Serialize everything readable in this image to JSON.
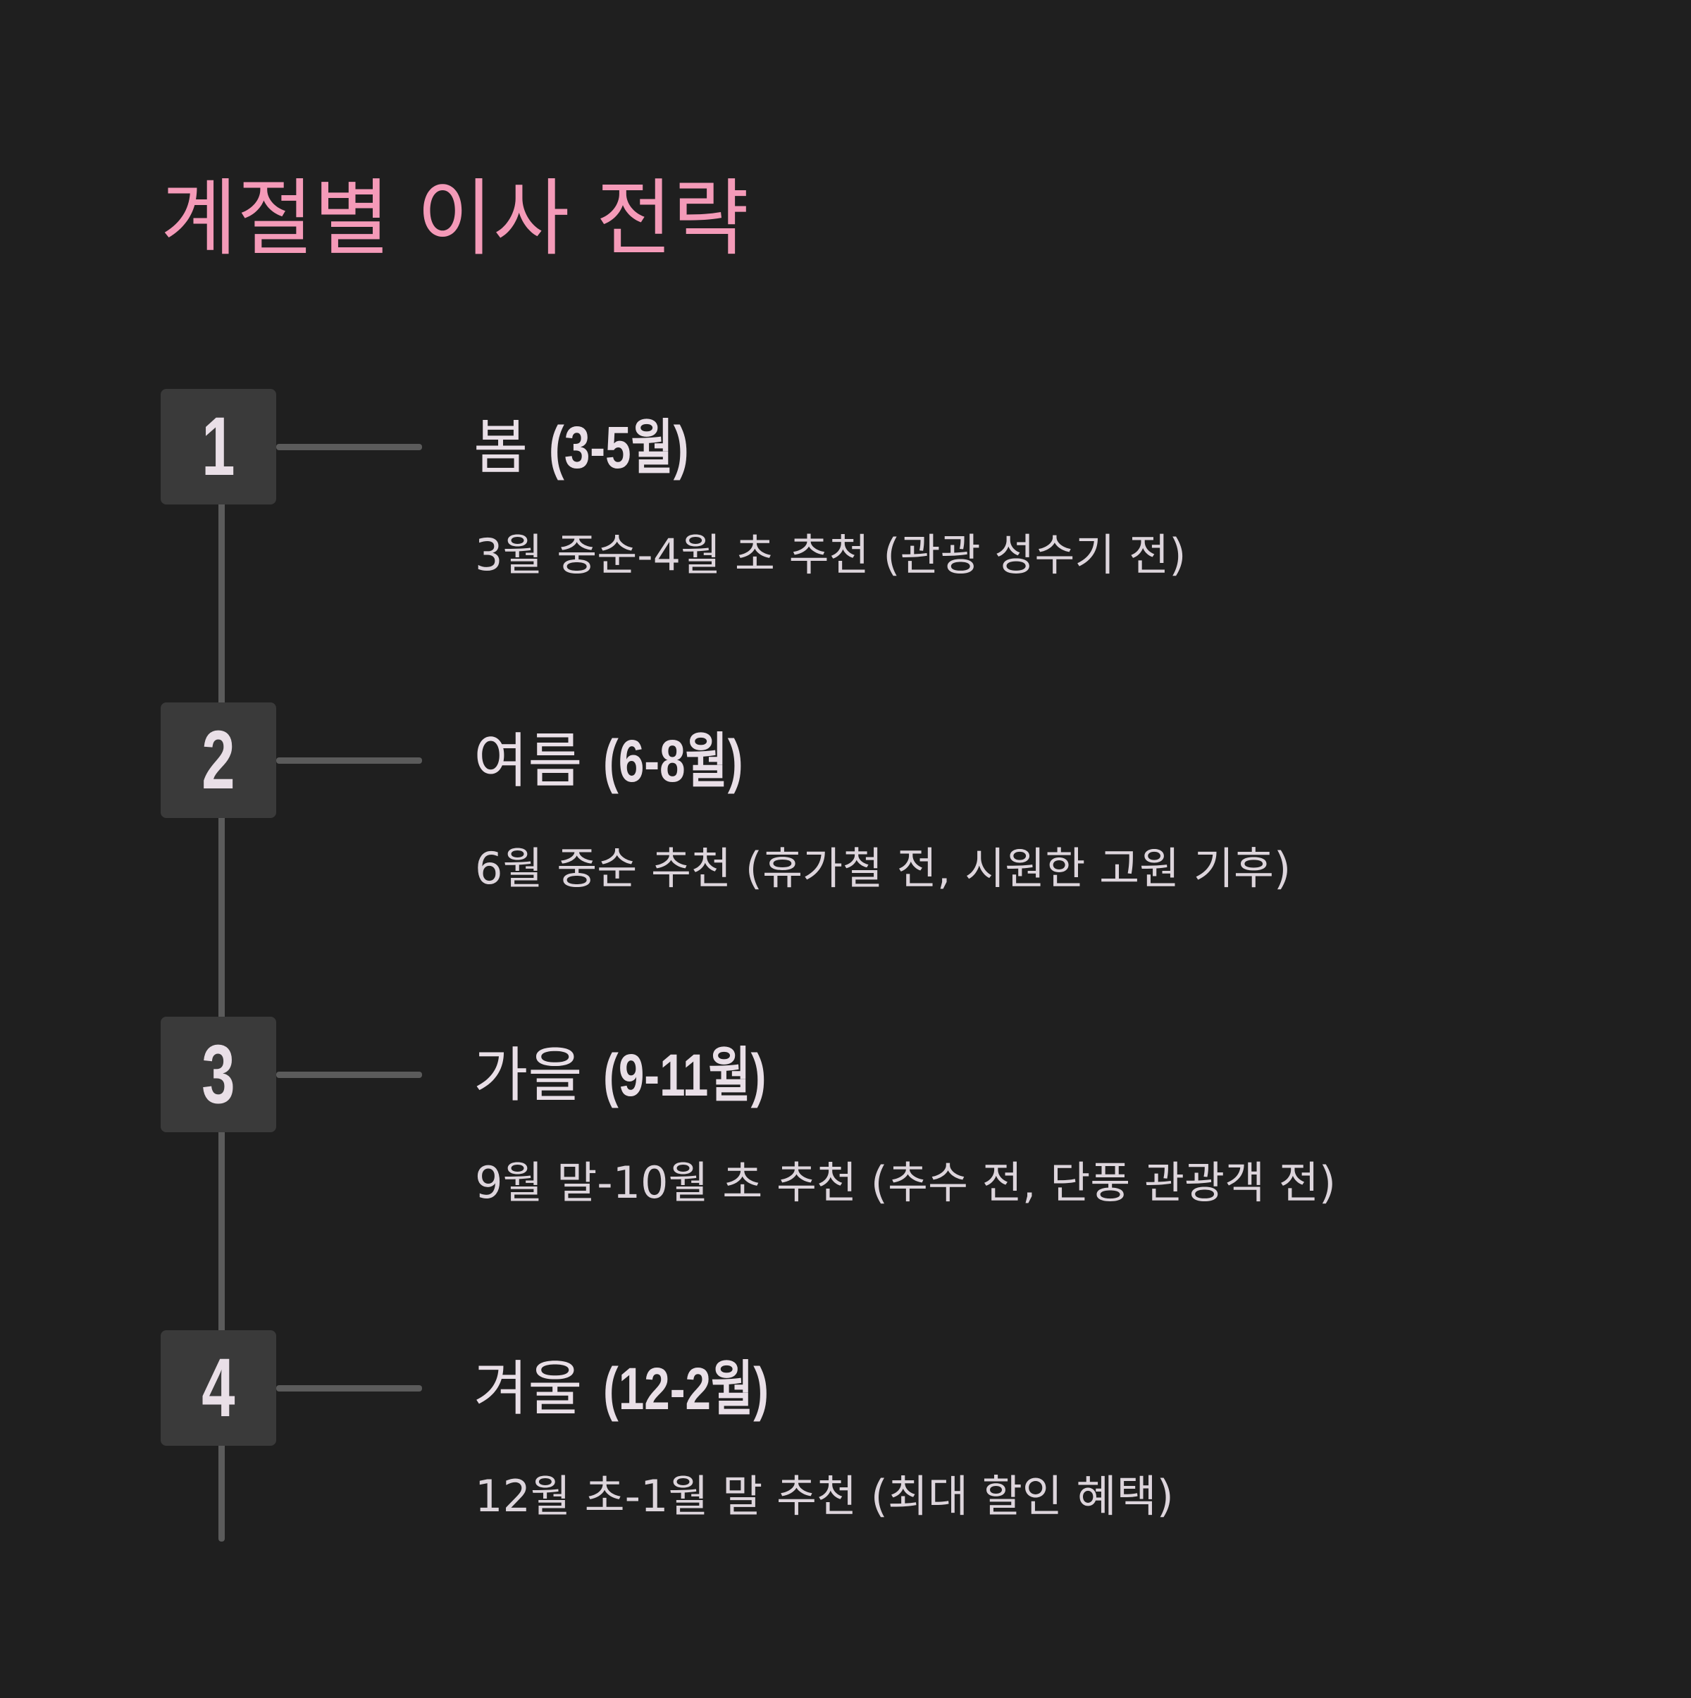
{
  "title": "계절별 이사 전략",
  "steps": [
    {
      "number": "1",
      "season": "봄",
      "range": "(3-5월)",
      "description": "3월 중순-4월 초 추천 (관광 성수기 전)"
    },
    {
      "number": "2",
      "season": "여름",
      "range": "(6-8월)",
      "description": "6월 중순 추천 (휴가철 전, 시원한 고원 기후)"
    },
    {
      "number": "3",
      "season": "가을",
      "range": "(9-11월)",
      "description": "9월 말-10월 초 추천 (추수 전, 단풍 관광객 전)"
    },
    {
      "number": "4",
      "season": "겨울",
      "range": "(12-2월)",
      "description": "12월 초-1월 말 추천 (최대 할인 혜택)"
    }
  ],
  "colors": {
    "background": "#1f1f1f",
    "title": "#f49ab8",
    "badge": "#3a3a3a",
    "line": "#5b5b5b",
    "text": "#e9dfe7"
  }
}
